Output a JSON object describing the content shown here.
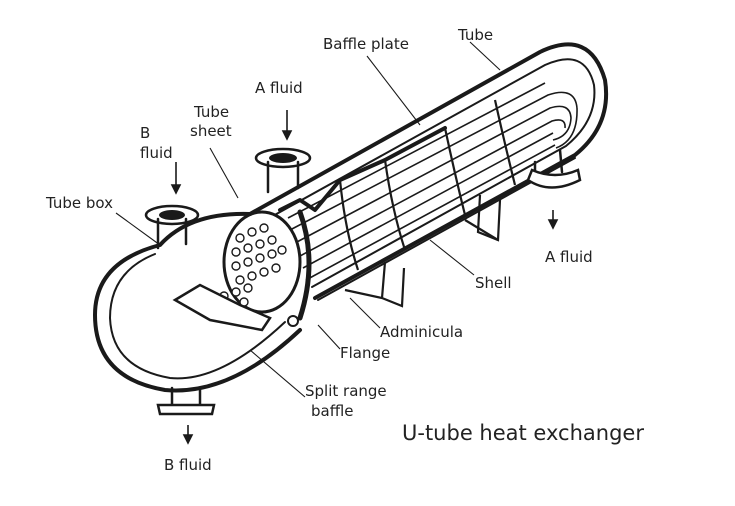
{
  "diagram": {
    "title": "U-tube heat exchanger",
    "labels": {
      "baffle_plate": "Baffle plate",
      "tube": "Tube",
      "a_fluid_top": "A fluid",
      "tube_sheet_line1": "Tube",
      "tube_sheet_line2": "sheet",
      "b_fluid_top_line1": "B",
      "b_fluid_top_line2": "fluid",
      "tube_box": "Tube box",
      "a_fluid_right": "A fluid",
      "shell": "Shell",
      "adminicula": "Adminicula",
      "flange": "Flange",
      "split_range_line1": "Split range",
      "split_range_line2": "baffle",
      "b_fluid_bottom": "B fluid"
    }
  }
}
